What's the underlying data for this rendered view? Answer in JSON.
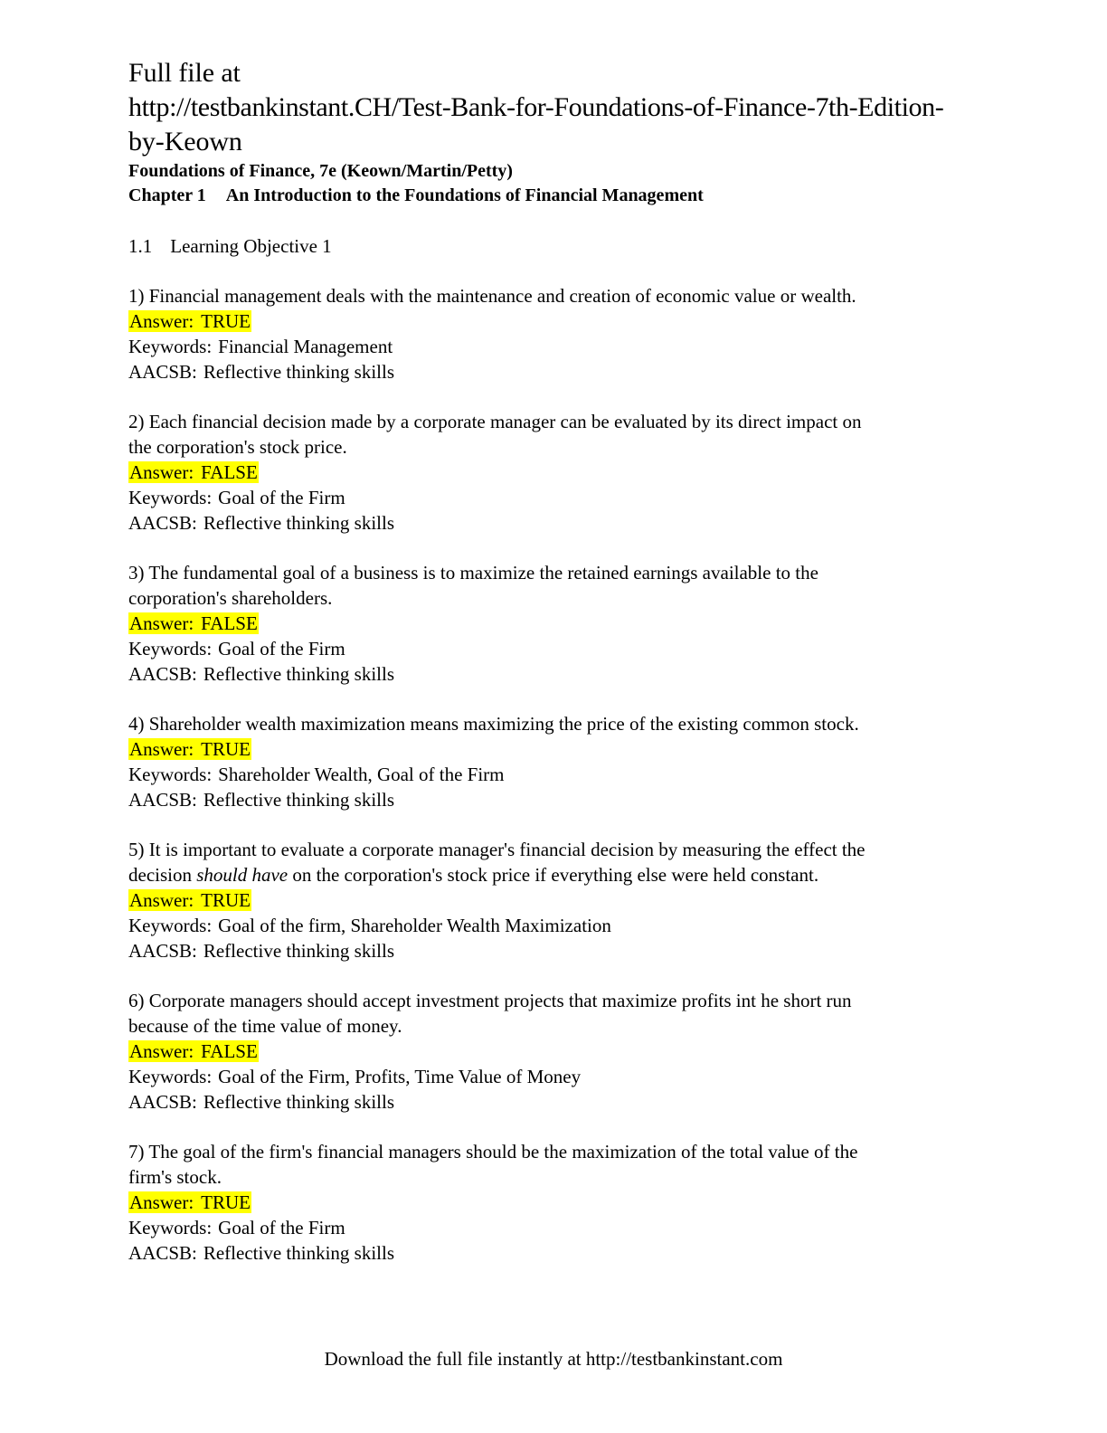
{
  "header": {
    "title_line_1": "Full file at",
    "title_line_2": "http://testbankinstant.CH/Test-Bank-for-Foundations-of-Finance-7th-Edition-",
    "title_line_3": "by-Keown",
    "book_line": "Foundations of Finance, 7e (Keown/Martin/Petty)",
    "chapter_number": "Chapter 1",
    "chapter_title": "An Introduction to the Foundations of Financial Management"
  },
  "section": {
    "number": "1.1",
    "label": "Learning Objective 1"
  },
  "labels": {
    "answer": "Answer:",
    "keywords": "Keywords:",
    "aacsb": "AACSB:"
  },
  "colors": {
    "highlight": "#FFFF00",
    "text": "#000000",
    "page_background": "#FFFFFF"
  },
  "questions": [
    {
      "number": "1)",
      "lines": [
        [
          {
            "t": "1) Financial management deals with the maintenance and creation of economic value or wealth.",
            "i": false
          }
        ]
      ],
      "answer": "TRUE",
      "keywords": "Financial Management",
      "aacsb": "Reflective thinking skills"
    },
    {
      "number": "2)",
      "lines": [
        [
          {
            "t": "2) Each financial decision made by a corporate manager can be evaluated by its direct impact on",
            "i": false
          }
        ],
        [
          {
            "t": "the corporation's stock price.",
            "i": false
          }
        ]
      ],
      "answer": "FALSE",
      "keywords": "Goal of the Firm",
      "aacsb": "Reflective thinking skills"
    },
    {
      "number": "3)",
      "lines": [
        [
          {
            "t": "3) The fundamental goal of a business is to maximize the retained earnings available to the",
            "i": false
          }
        ],
        [
          {
            "t": "corporation's shareholders.",
            "i": false
          }
        ]
      ],
      "answer": "FALSE",
      "keywords": "Goal of the Firm",
      "aacsb": "Reflective thinking skills"
    },
    {
      "number": "4)",
      "lines": [
        [
          {
            "t": "4) Shareholder wealth maximization means maximizing the price of the existing common stock.",
            "i": false
          }
        ]
      ],
      "answer": "TRUE",
      "keywords": "Shareholder Wealth, Goal of the Firm",
      "aacsb": "Reflective thinking skills"
    },
    {
      "number": "5)",
      "lines": [
        [
          {
            "t": "5) It is important to evaluate a corporate manager's financial decision by measuring the effect the",
            "i": false
          }
        ],
        [
          {
            "t": "decision ",
            "i": false
          },
          {
            "t": "should have",
            "i": true
          },
          {
            "t": " on the corporation's stock price if everything else were held constant.",
            "i": false
          }
        ]
      ],
      "answer": "TRUE",
      "keywords": "Goal of the firm, Shareholder Wealth Maximization",
      "aacsb": "Reflective thinking skills"
    },
    {
      "number": "6)",
      "lines": [
        [
          {
            "t": "6) Corporate managers should accept investment projects that maximize profits int he short run",
            "i": false
          }
        ],
        [
          {
            "t": "because of the time value of money.",
            "i": false
          }
        ]
      ],
      "answer": "FALSE",
      "keywords": "Goal of the Firm, Profits, Time Value of Money",
      "aacsb": "Reflective thinking skills"
    },
    {
      "number": "7)",
      "lines": [
        [
          {
            "t": "7) The goal of the firm's financial managers should be the maximization of the total value of the",
            "i": false
          }
        ],
        [
          {
            "t": "firm's stock.",
            "i": false
          }
        ]
      ],
      "answer": "TRUE",
      "keywords": "Goal of the Firm",
      "aacsb": "Reflective thinking skills"
    }
  ],
  "footer": {
    "text": "Download the full file instantly at http://testbankinstant.com"
  }
}
